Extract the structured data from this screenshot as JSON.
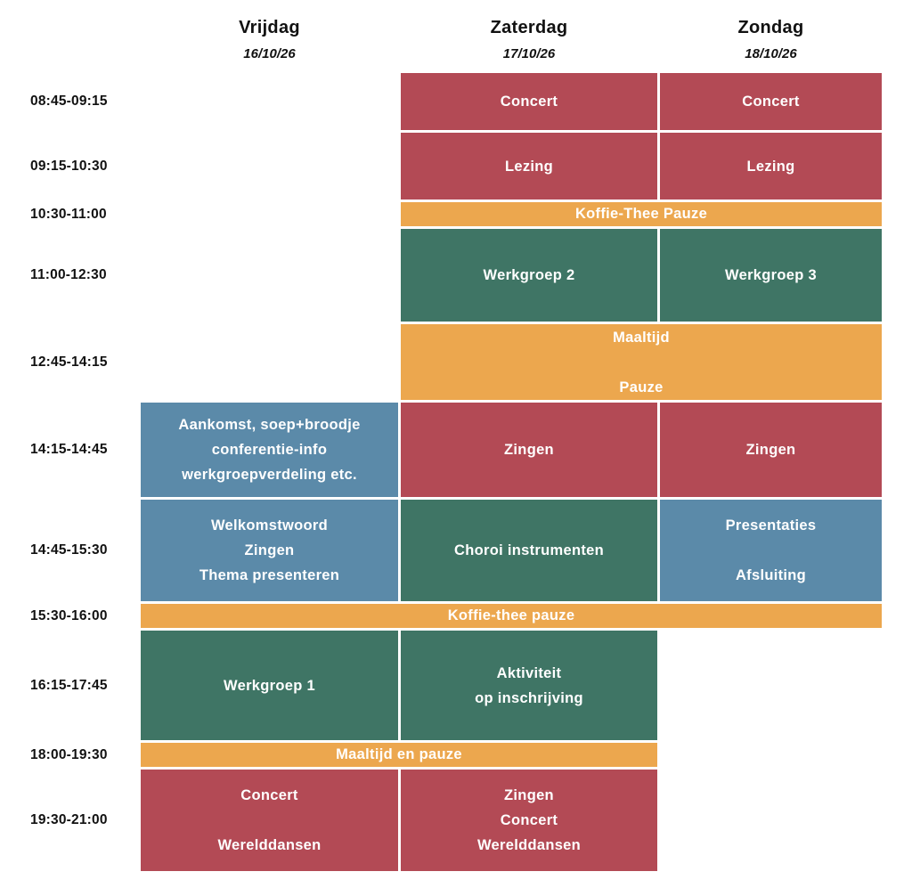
{
  "palette": {
    "red": "#B34A55",
    "orange": "#ECA74E",
    "green": "#3F7565",
    "blue": "#5B8AA9",
    "heading_text": "#111111",
    "cell_text": "#FFFFFF",
    "background": "#FFFFFF"
  },
  "header": {
    "columns": [
      {
        "day": "Vrijdag",
        "date": "16/10/26"
      },
      {
        "day": "Zaterdag",
        "date": "17/10/26"
      },
      {
        "day": "Zondag",
        "date": "18/10/26"
      }
    ]
  },
  "time_labels": [
    "08:45-09:15",
    "09:15-10:30",
    "10:30-11:00",
    "11:00-12:30",
    "12:45-14:15",
    "14:15-14:45",
    "14:45-15:30",
    "15:30-16:00",
    "16:15-17:45",
    "18:00-19:30",
    "19:30-21:00"
  ],
  "events": {
    "sat_concert_ochtend": {
      "day": "Zaterdag",
      "time": "08:45-09:15",
      "color": "red",
      "lines": [
        "Concert"
      ]
    },
    "sun_concert_ochtend": {
      "day": "Zondag",
      "time": "08:45-09:15",
      "color": "red",
      "lines": [
        "Concert"
      ]
    },
    "sat_lezing": {
      "day": "Zaterdag",
      "time": "09:15-10:30",
      "color": "red",
      "lines": [
        "Lezing"
      ]
    },
    "sun_lezing": {
      "day": "Zondag",
      "time": "09:15-10:30",
      "color": "red",
      "lines": [
        "Lezing"
      ]
    },
    "koffie_thee_ochtend": {
      "day": "Zaterdag + Zondag",
      "time": "10:30-11:00",
      "color": "orange",
      "lines": [
        "Koffie-Thee Pauze"
      ]
    },
    "werkgroep_2": {
      "day": "Zaterdag",
      "time": "11:00-12:30",
      "color": "green",
      "lines": [
        "Werkgroep 2"
      ]
    },
    "werkgroep_3": {
      "day": "Zondag",
      "time": "11:00-12:30",
      "color": "green",
      "lines": [
        "Werkgroep 3"
      ]
    },
    "maaltijd_pauze": {
      "day": "Zaterdag + Zondag",
      "time": "12:45-14:15",
      "color": "orange",
      "lines": [
        "Maaltijd",
        "",
        "Pauze"
      ]
    },
    "aankomst": {
      "day": "Vrijdag",
      "time": "14:15-14:45",
      "color": "blue",
      "lines": [
        "Aankomst, soep+broodje",
        "conferentie-info",
        "werkgroepverdeling etc."
      ]
    },
    "sat_zingen": {
      "day": "Zaterdag",
      "time": "14:15-14:45",
      "color": "red",
      "lines": [
        "Zingen"
      ]
    },
    "sun_zingen": {
      "day": "Zondag",
      "time": "14:15-14:45",
      "color": "red",
      "lines": [
        "Zingen"
      ]
    },
    "welkomstwoord": {
      "day": "Vrijdag",
      "time": "14:45-15:30",
      "color": "blue",
      "lines": [
        "Welkomstwoord",
        "Zingen",
        "Thema presenteren"
      ]
    },
    "choroi": {
      "day": "Zaterdag",
      "time": "14:45-15:30",
      "color": "green",
      "lines": [
        "Choroi instrumenten"
      ]
    },
    "presentaties": {
      "day": "Zondag",
      "time": "14:45-15:30",
      "color": "blue",
      "lines": [
        "Presentaties",
        "",
        "Afsluiting"
      ]
    },
    "koffie_thee_middag": {
      "day": "Vrijdag + Zaterdag + Zondag",
      "time": "15:30-16:00",
      "color": "orange",
      "lines": [
        "Koffie-thee pauze"
      ]
    },
    "werkgroep_1": {
      "day": "Vrijdag",
      "time": "16:15-17:45",
      "color": "green",
      "lines": [
        "Werkgroep 1"
      ]
    },
    "aktiviteit": {
      "day": "Zaterdag",
      "time": "16:15-17:45",
      "color": "green",
      "lines": [
        "Aktiviteit",
        "op inschrijving"
      ]
    },
    "maaltijd_en_pauze": {
      "day": "Vrijdag + Zaterdag",
      "time": "18:00-19:30",
      "color": "orange",
      "lines": [
        "Maaltijd en pauze"
      ]
    },
    "fri_avond": {
      "day": "Vrijdag",
      "time": "19:30-21:00",
      "color": "red",
      "lines": [
        "Concert",
        "",
        "Werelddansen"
      ]
    },
    "sat_avond": {
      "day": "Zaterdag",
      "time": "19:30-21:00",
      "color": "red",
      "lines": [
        "Zingen",
        "Concert",
        "Werelddansen"
      ]
    }
  }
}
